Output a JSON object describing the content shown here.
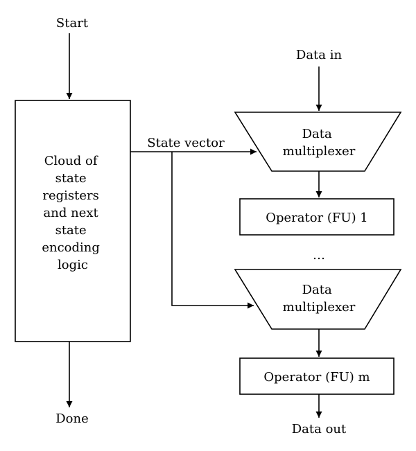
{
  "labels": {
    "start": "Start",
    "done": "Done",
    "data_in": "Data in",
    "data_out": "Data out",
    "state_vector": "State vector",
    "ellipsis": "…"
  },
  "state_block": {
    "lines": [
      "Cloud of",
      "state",
      "registers",
      "and next",
      "state",
      "encoding",
      "logic"
    ]
  },
  "mux_top": {
    "lines": [
      "Data",
      "multiplexer"
    ]
  },
  "mux_bottom": {
    "lines": [
      "Data",
      "multiplexer"
    ]
  },
  "fu_1": {
    "label": "Operator (FU) 1"
  },
  "fu_m": {
    "label": "Operator (FU) m"
  }
}
